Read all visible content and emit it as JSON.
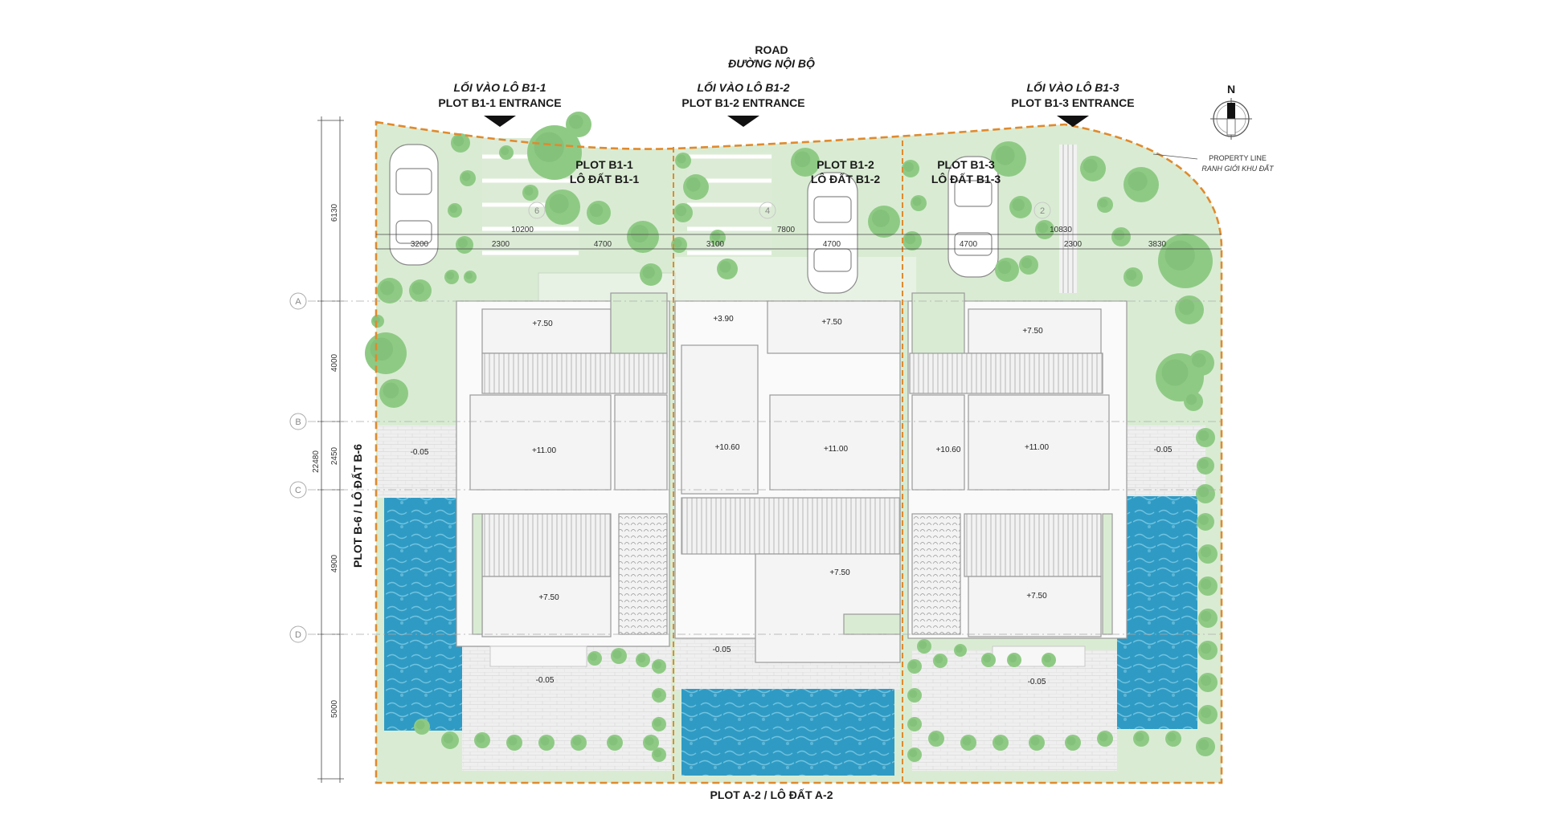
{
  "road": {
    "title": "ROAD",
    "subtitle": "ĐƯỜNG NỘI BỘ"
  },
  "entrances": [
    {
      "vn": "LỐI VÀO LÔ B1-1",
      "en": "PLOT B1-1 ENTRANCE"
    },
    {
      "vn": "LỐI VÀO LÔ B1-2",
      "en": "PLOT B1-2 ENTRANCE"
    },
    {
      "vn": "LỐI VÀO LÔ B1-3",
      "en": "PLOT B1-3 ENTRANCE"
    }
  ],
  "plots": [
    {
      "en": "PLOT B1-1",
      "vn": "LÔ ĐẤT B1-1"
    },
    {
      "en": "PLOT B1-2",
      "vn": "LÔ ĐẤT B1-2"
    },
    {
      "en": "PLOT B1-3",
      "vn": "LÔ ĐẤT B1-3"
    }
  ],
  "north": "N",
  "property_line": {
    "en": "PROPERTY LINE",
    "vn": "RANH GIỚI KHU ĐẤT"
  },
  "left_plot_label": "PLOT B-6 / LÔ ĐẤT B-6",
  "bottom_plot_label": "PLOT A-2 / LÔ ĐẤT A-2",
  "grid_axes": [
    "A",
    "B",
    "C",
    "D"
  ],
  "house_numbers": [
    "6",
    "4",
    "2"
  ],
  "vertical_dims": {
    "total": "22480",
    "segments": [
      "6130",
      "4000",
      "2450",
      "4900",
      "5000"
    ]
  },
  "horizontal_dims": {
    "totals": [
      "10200",
      "7800",
      "10830"
    ],
    "segments": [
      "3200",
      "2300",
      "4700",
      "3100",
      "4700",
      "4700",
      "2300",
      "3830"
    ]
  },
  "levels": [
    "+7.50",
    "+3.90",
    "+7.50",
    "+7.50",
    "-0.05",
    "+11.00",
    "+10.60",
    "+11.00",
    "+10.60",
    "+11.00",
    "-0.05",
    "+7.50",
    "+7.50",
    "+7.50",
    "-0.05",
    "-0.05",
    "-0.05"
  ],
  "colors": {
    "lawn": "#d9ecd3",
    "tree": "#8fca85",
    "tree_dark": "#6fb366",
    "pool": "#2f9bc4",
    "property_line": "#e08a2e",
    "roof": "#f4f4f4",
    "paving": "#ececec",
    "building_line": "#9a9a9a"
  }
}
